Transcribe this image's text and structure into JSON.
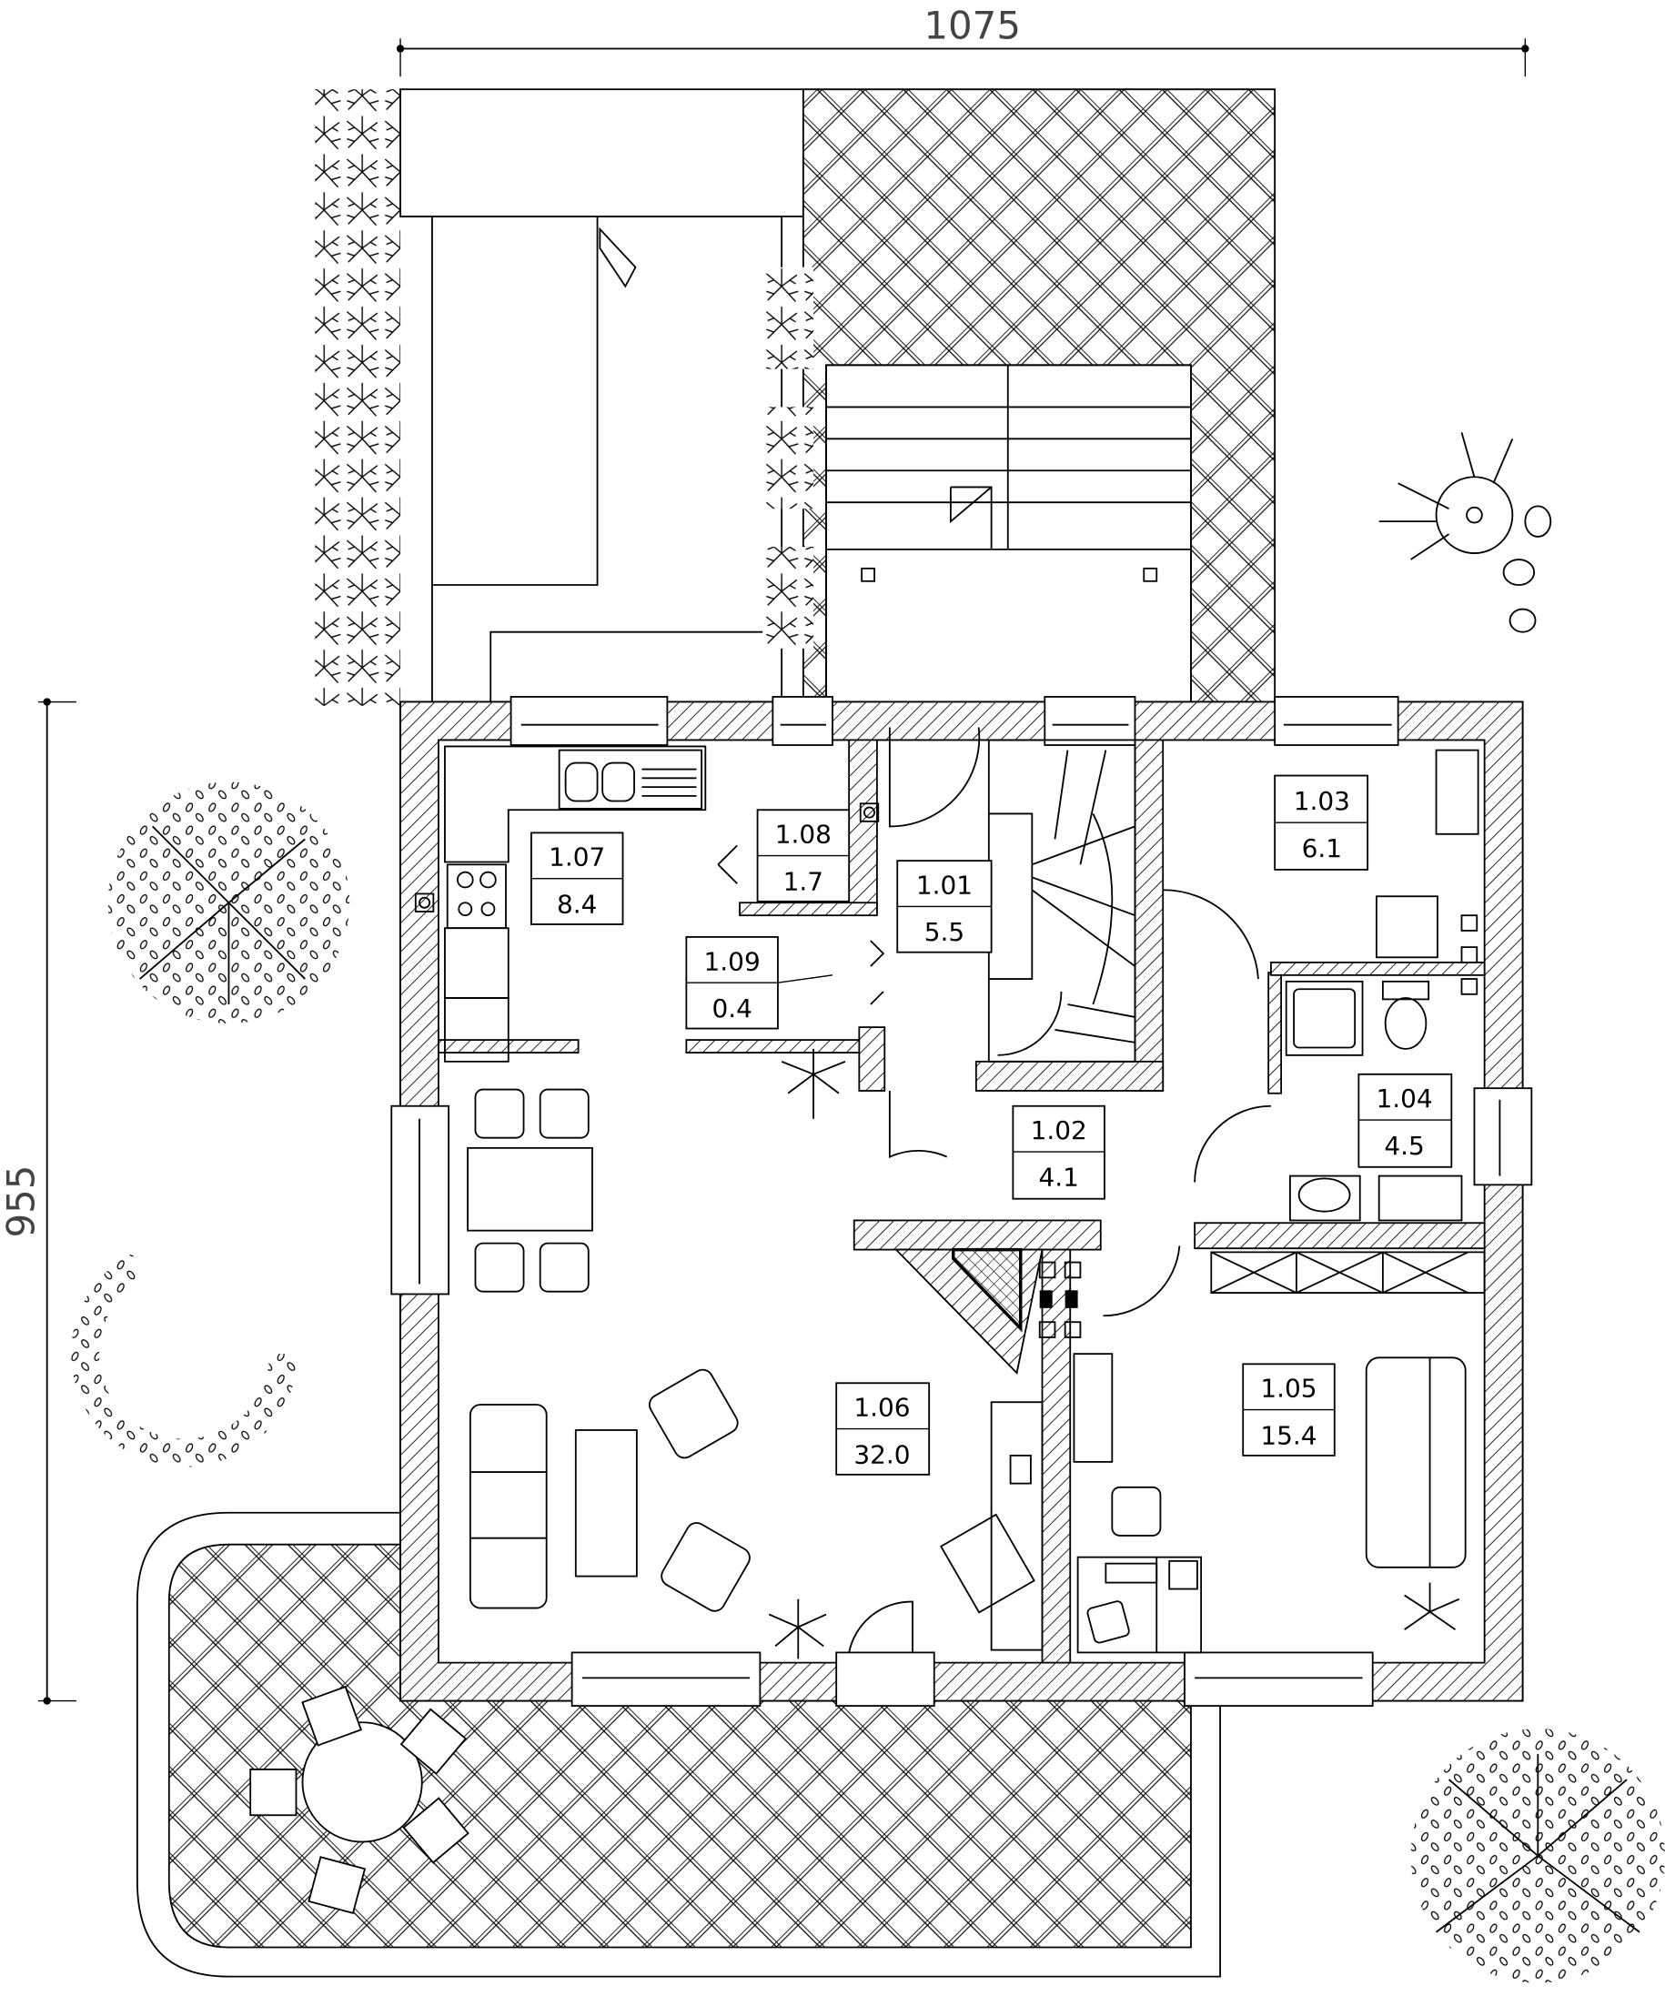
{
  "dimensions": {
    "width_label": "1075",
    "height_label": "955"
  },
  "rooms": [
    {
      "number": "1.01",
      "area": "5.5"
    },
    {
      "number": "1.02",
      "area": "4.1"
    },
    {
      "number": "1.03",
      "area": "6.1"
    },
    {
      "number": "1.04",
      "area": "4.5"
    },
    {
      "number": "1.05",
      "area": "15.4"
    },
    {
      "number": "1.06",
      "area": "32.0"
    },
    {
      "number": "1.07",
      "area": "8.4"
    },
    {
      "number": "1.08",
      "area": "1.7"
    },
    {
      "number": "1.09",
      "area": "0.4"
    }
  ]
}
